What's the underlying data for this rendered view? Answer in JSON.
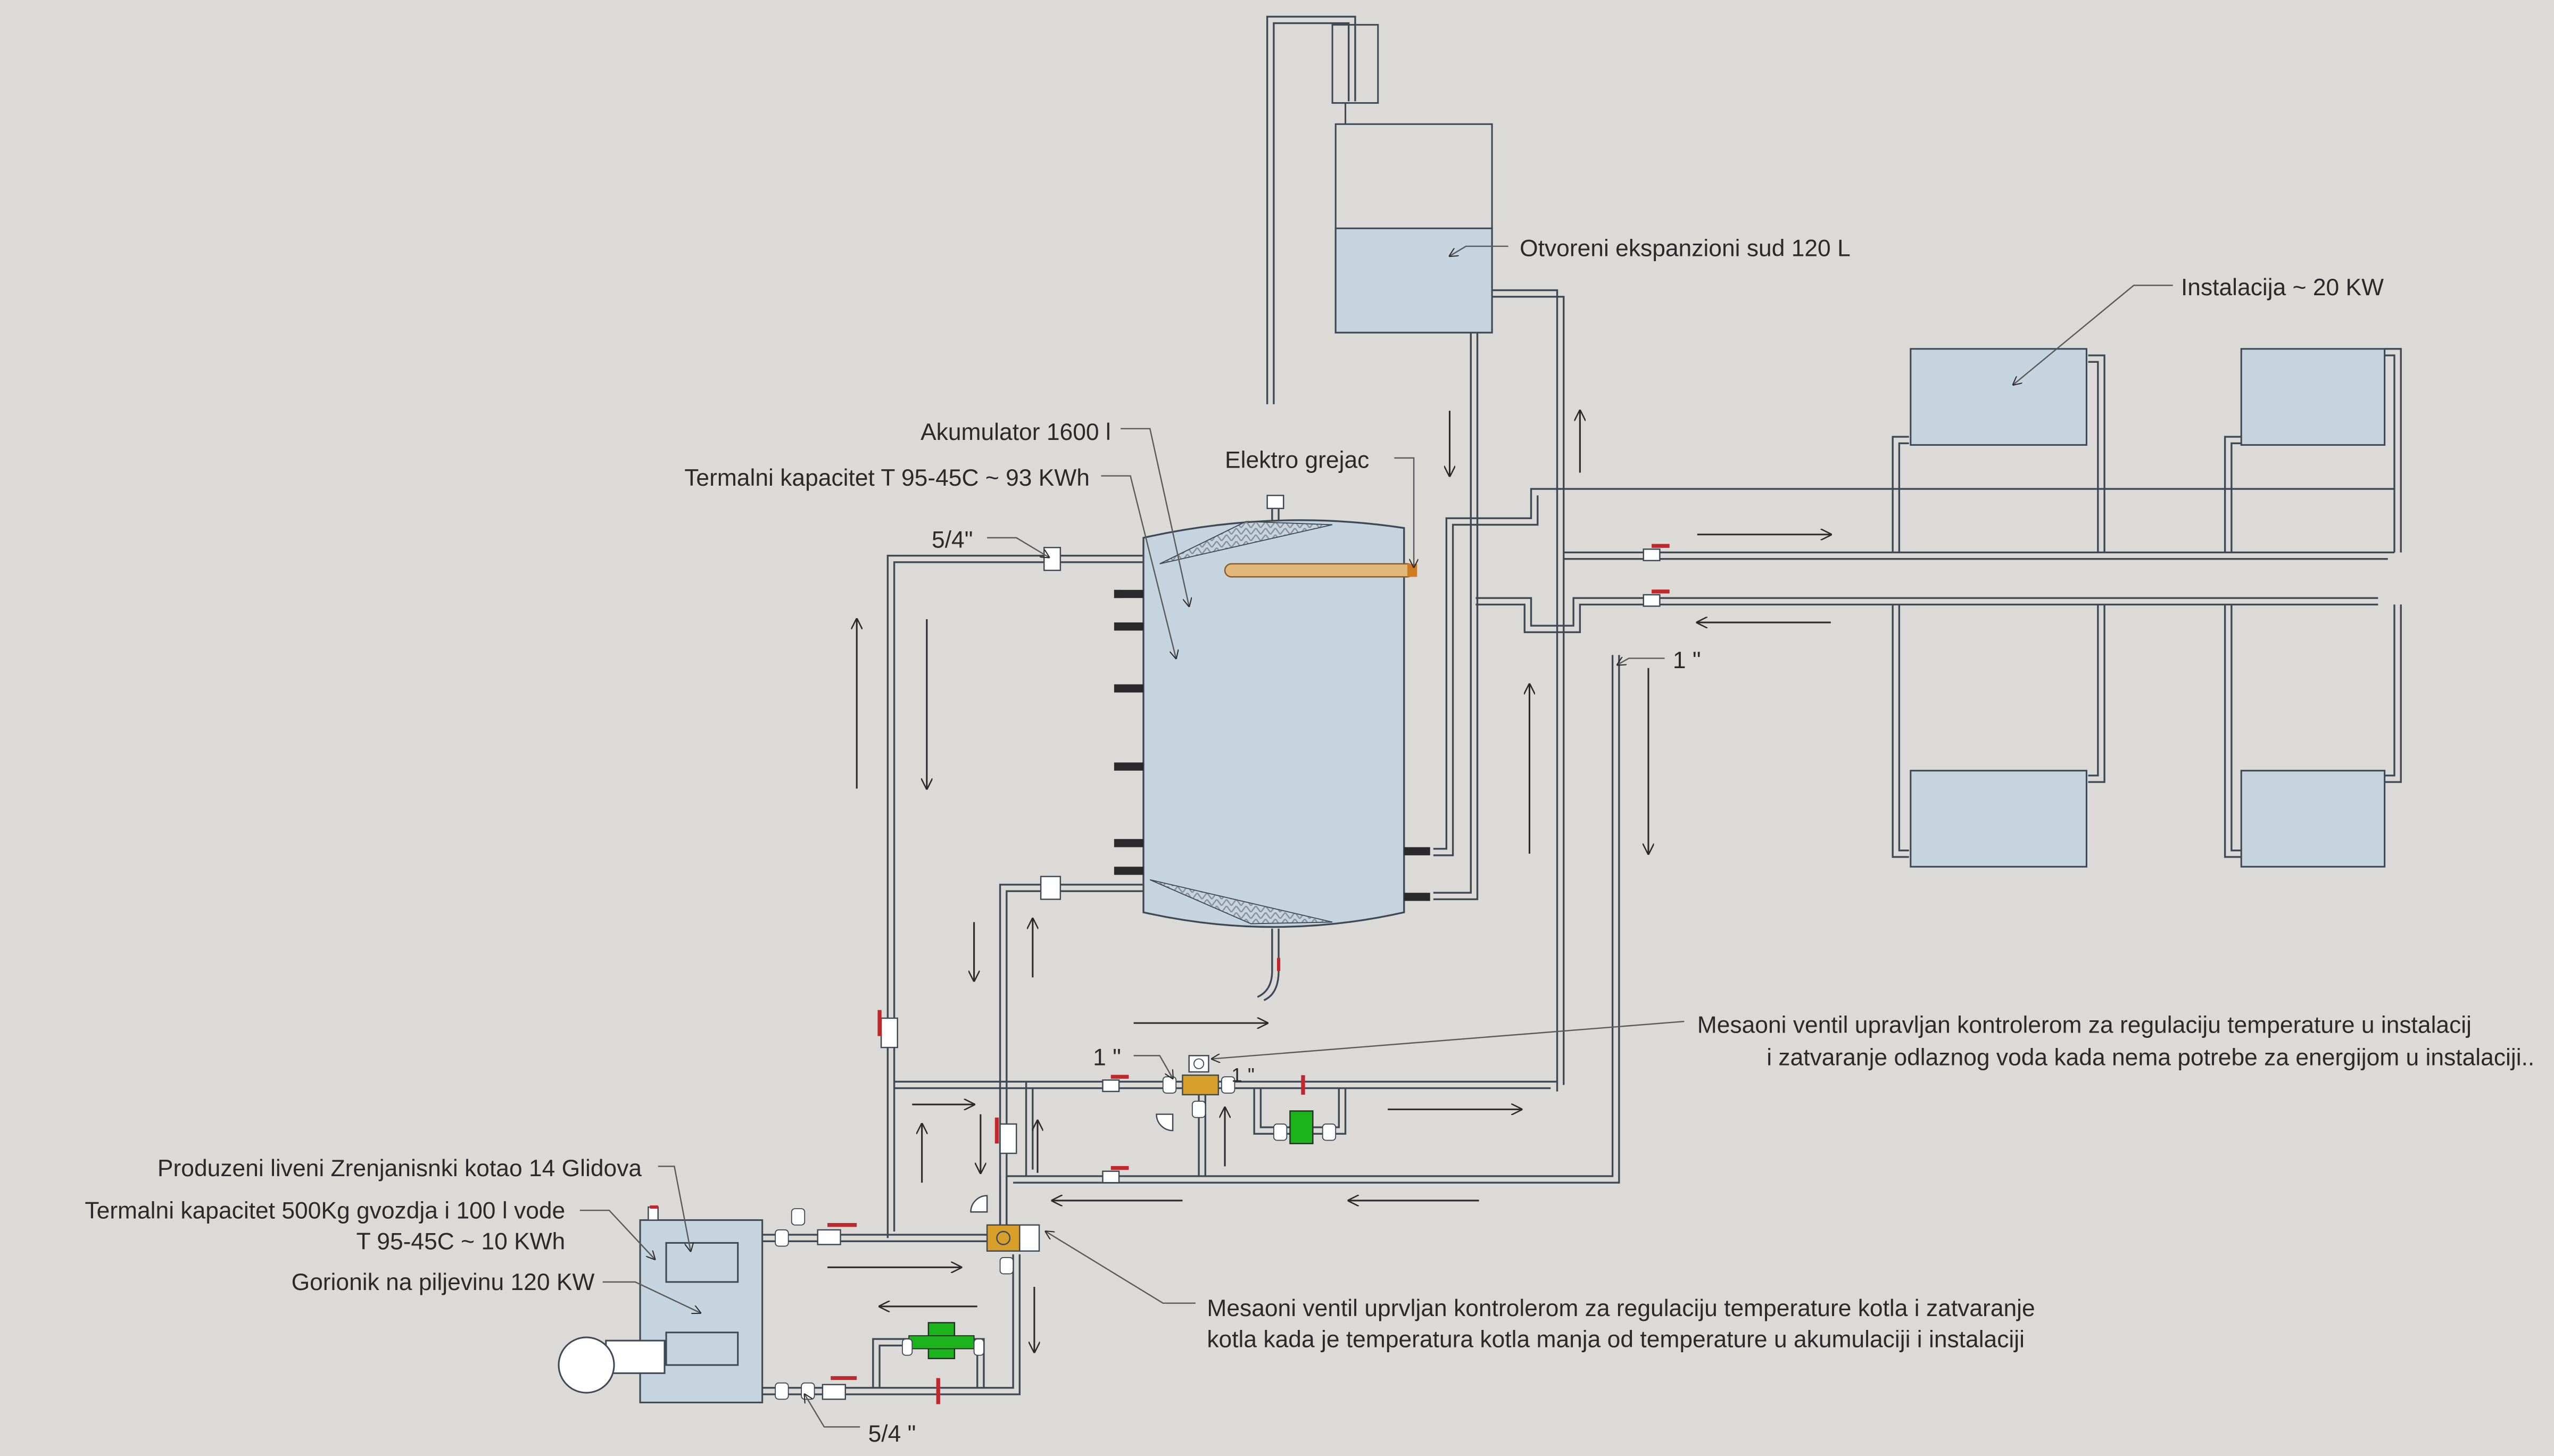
{
  "labels": {
    "expansion_tank": "Otvoreni ekspanzioni sud 120 L",
    "installation": "Instalacija ~ 20 KW",
    "accumulator": "Akumulator 1600 l",
    "accumulator_capacity": "Termalni kapacitet T 95-45C ~ 93 KWh",
    "electric_heater": "Elektro grejac",
    "pipe_5_4_top": "5/4\"",
    "pipe_1_right": "1 \"",
    "pipe_1_valve_left": "1 \"",
    "pipe_1_valve_right": "1 \"",
    "pipe_5_4_bottom": "5/4 \"",
    "mixing_valve_installation_line1": "Mesaoni ventil upravljan kontrolerom za regulaciju temperature u instalacij",
    "mixing_valve_installation_line2": "i zatvaranje odlaznog voda kada nema potrebe za energijom u instalaciji..",
    "boiler_name": "Produzeni liveni Zrenjanisnki kotao 14 Glidova",
    "boiler_capacity_line1": "Termalni kapacitet 500Kg gvozdja i 100 l vode",
    "boiler_capacity_line2": "T 95-45C ~ 10 KWh",
    "burner": "Gorionik na piljevinu 120 KW",
    "mixing_valve_boiler_line1": "Mesaoni ventil uprvljan kontrolerom za regulaciju temperature kotla i zatvaranje",
    "mixing_valve_boiler_line2": "kotla kada je temperatura kotla manja od temperature u akumulaciji i instalaciji"
  },
  "colors": {
    "background": "#dcdad6",
    "pipe": "#3d4a56",
    "pipe_fill": "#c5d4df",
    "tank_fill": "#c5d4df",
    "pump": "#1db31d",
    "valve_handle": "#c0282c",
    "mixing_valve": "#d8a02a",
    "heater": "#e2b87a"
  }
}
